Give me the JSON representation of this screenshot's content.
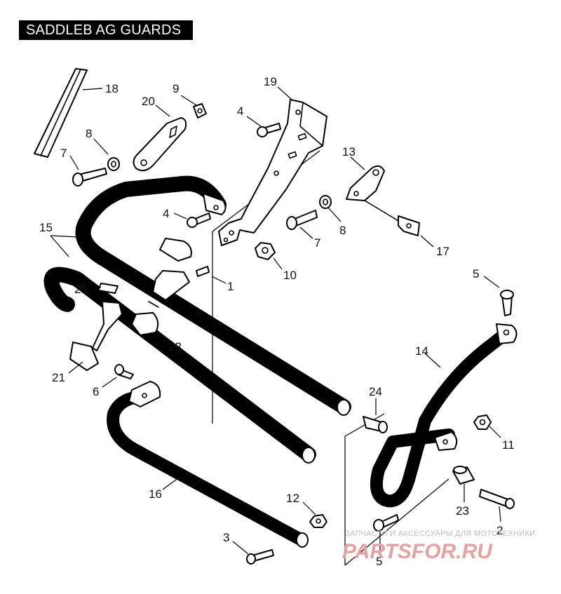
{
  "title": "SADDLEB AG GUARDS",
  "callouts": [
    {
      "id": "c18",
      "text": "18"
    },
    {
      "id": "c9",
      "text": "9"
    },
    {
      "id": "c20",
      "text": "20"
    },
    {
      "id": "c19",
      "text": "19"
    },
    {
      "id": "c4a",
      "text": "4"
    },
    {
      "id": "c8a",
      "text": "8"
    },
    {
      "id": "c7a",
      "text": "7"
    },
    {
      "id": "c13",
      "text": "13"
    },
    {
      "id": "c4b",
      "text": "4"
    },
    {
      "id": "c15",
      "text": "15"
    },
    {
      "id": "c8b",
      "text": "8"
    },
    {
      "id": "c7b",
      "text": "7"
    },
    {
      "id": "c17",
      "text": "17"
    },
    {
      "id": "c10",
      "text": "10"
    },
    {
      "id": "c1",
      "text": "1"
    },
    {
      "id": "c25",
      "text": "25"
    },
    {
      "id": "c5a",
      "text": "5"
    },
    {
      "id": "c22",
      "text": "22"
    },
    {
      "id": "c14",
      "text": "14"
    },
    {
      "id": "c21",
      "text": "21"
    },
    {
      "id": "c6",
      "text": "6"
    },
    {
      "id": "c24",
      "text": "24"
    },
    {
      "id": "c11",
      "text": "11"
    },
    {
      "id": "c16",
      "text": "16"
    },
    {
      "id": "c12",
      "text": "12"
    },
    {
      "id": "c23",
      "text": "23"
    },
    {
      "id": "c2",
      "text": "2"
    },
    {
      "id": "c3",
      "text": "3"
    },
    {
      "id": "c5b",
      "text": "5"
    }
  ],
  "watermark": {
    "caption": "ЗАПЧАСТИ И АКСЕССУАРЫ ДЛЯ МОТОТЕХНИКИ",
    "brand": "PARTSFOR.RU"
  }
}
